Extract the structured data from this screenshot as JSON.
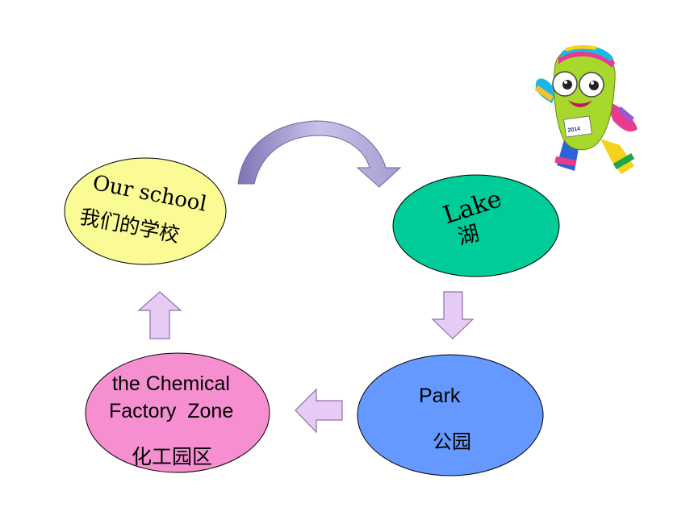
{
  "nodes": {
    "school": {
      "en": "Our school",
      "zh": "我们的学校",
      "fill": "#fbfb96"
    },
    "lake": {
      "en": "Lake",
      "zh": "湖",
      "fill": "#00cc99"
    },
    "park": {
      "en": "Park",
      "zh": "公园",
      "fill": "#6699ff"
    },
    "factory": {
      "en_line1": "the Chemical",
      "en_line2": "Factory  Zone",
      "zh": "化工园区",
      "fill": "#f58fd0"
    }
  },
  "colors": {
    "arrow_fill": "#e6ccf5",
    "arrow_stroke": "#8e6fae",
    "curved_arrow_fill": "#a59ed0",
    "ellipse_stroke": "#000000"
  },
  "mascot": {
    "icon": "olympic-mascot-icon",
    "badge": "2014"
  }
}
